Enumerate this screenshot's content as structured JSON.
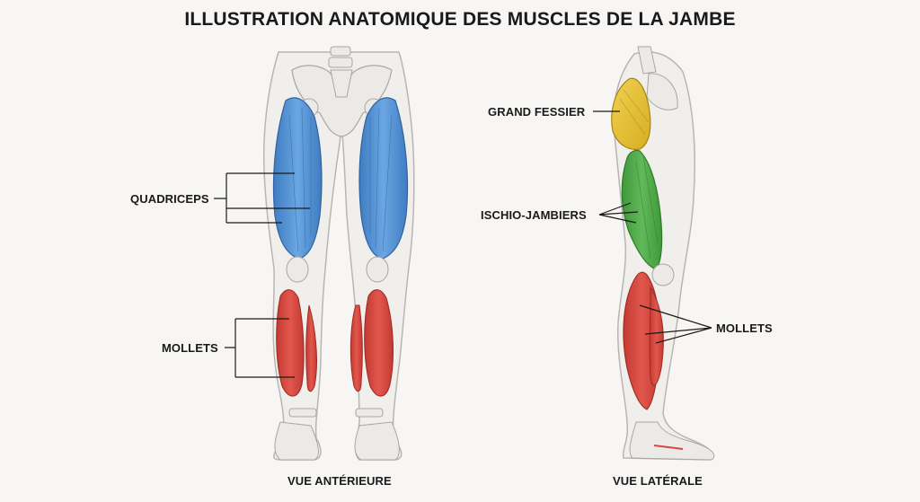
{
  "title": "ILLUSTRATION ANATOMIQUE DES MUSCLES DE LA JAMBE",
  "anterior": {
    "view_label": "VUE ANTÉRIEURE",
    "labels": {
      "quadriceps": "QUADRICEPS",
      "calves": "MOLLETS"
    }
  },
  "lateral": {
    "view_label": "VUE LATÉRALE",
    "labels": {
      "gluteus": "GRAND FESSIER",
      "hamstrings": "ISCHIO-JAMBIERS",
      "calves": "MOLLETS"
    }
  },
  "colors": {
    "background": "#f7f6f4",
    "skin_outline": "#b9b6b2",
    "bone": "#eceae6",
    "quadriceps": "#5a95d6",
    "calves": "#d9473e",
    "gluteus": "#e8c53a",
    "hamstrings": "#4ea646"
  }
}
